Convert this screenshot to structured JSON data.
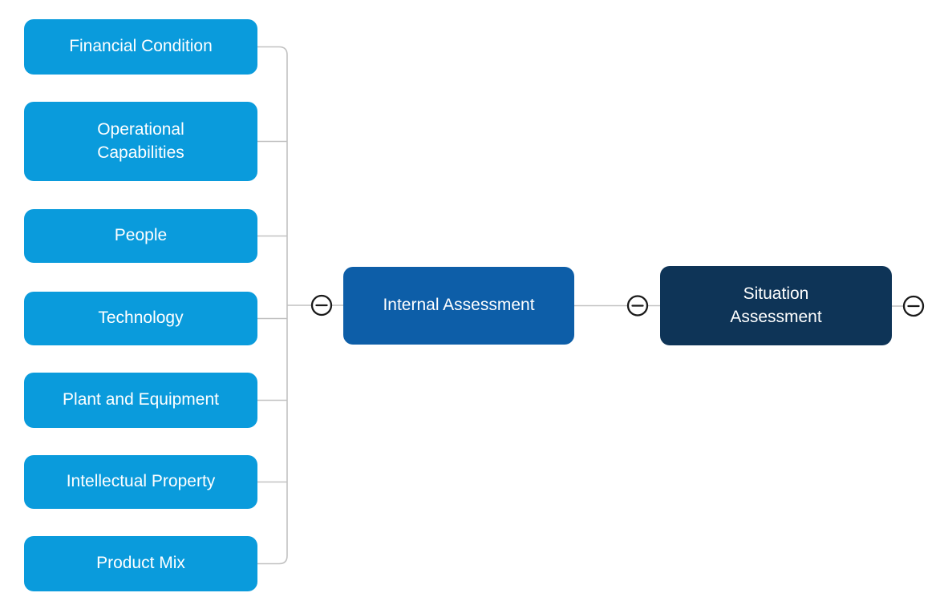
{
  "colors": {
    "background": "#FFFFFF",
    "subtopic_fill": "#0A9BDC",
    "branch_fill": "#0D5EA8",
    "root_fill": "#0E3457",
    "topic_text": "#FFFFFF",
    "connector": "#C1C1C1",
    "toggle_stroke": "#1A1A1A"
  },
  "icons": {
    "collapse_toggle": "minus-icon"
  },
  "mindmap": {
    "root": {
      "label": "Situation\nAssessment"
    },
    "branch": {
      "label": "Internal Assessment"
    },
    "subtopics": [
      {
        "label": "Financial Condition"
      },
      {
        "label": "Operational\nCapabilities"
      },
      {
        "label": "People"
      },
      {
        "label": "Technology"
      },
      {
        "label": "Plant and Equipment"
      },
      {
        "label": "Intellectual Property"
      },
      {
        "label": "Product Mix"
      }
    ]
  }
}
